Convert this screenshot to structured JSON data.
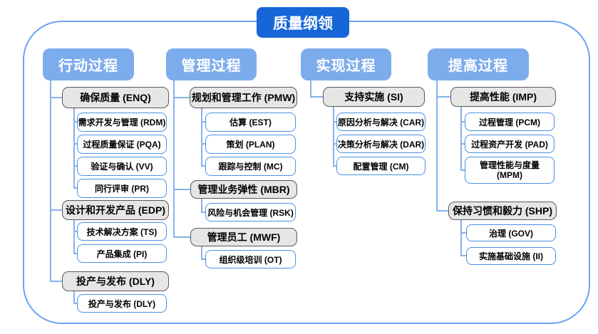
{
  "title": "质量纲领",
  "colors": {
    "title_bg": "#1766d8",
    "header_bg": "#7daced",
    "group_fill": "#e7e6e6",
    "group_border": "#595959",
    "item_border": "#4a90e2",
    "connector": "#85b1ee",
    "outer_border": "#6aa2f3"
  },
  "columns": [
    {
      "header": "行动过程",
      "groups": [
        {
          "label": "确保质量 (ENQ)",
          "items": [
            "需求开发与管理 (RDM)",
            "过程质量保证 (PQA)",
            "验证与确认 (VV)",
            "同行评审 (PR)"
          ]
        },
        {
          "label": "设计和开发产品 (EDP)",
          "items": [
            "技术解决方案 (TS)",
            "产品集成 (PI)"
          ]
        },
        {
          "label": "投产与发布 (DLY)",
          "items": [
            "投产与发布 (DLY)"
          ]
        }
      ]
    },
    {
      "header": "管理过程",
      "groups": [
        {
          "label": "规划和管理工作 (PMW)",
          "items": [
            "估算 (EST)",
            "策划 (PLAN)",
            "跟踪与控制 (MC)"
          ]
        },
        {
          "label": "管理业务弹性 (MBR)",
          "items": [
            "风险与机会管理 (RSK)"
          ]
        },
        {
          "label": "管理员工 (MWF)",
          "items": [
            "组织级培训 (OT)"
          ]
        }
      ]
    },
    {
      "header": "实现过程",
      "groups": [
        {
          "label": "支持实施 (SI)",
          "items": [
            "原因分析与解决 (CAR)",
            "决策分析与解决 (DAR)",
            "配置管理 (CM)"
          ]
        }
      ]
    },
    {
      "header": "提高过程",
      "groups": [
        {
          "label": "提高性能 (IMP)",
          "items": [
            "过程管理 (PCM)",
            "过程资产开发 (PAD)",
            "管理性能与度量 (MPM)"
          ]
        },
        {
          "label": "保持习惯和毅力 (SHP)",
          "items": [
            "治理 (GOV)",
            "实施基础设施 (II)"
          ]
        }
      ]
    }
  ]
}
